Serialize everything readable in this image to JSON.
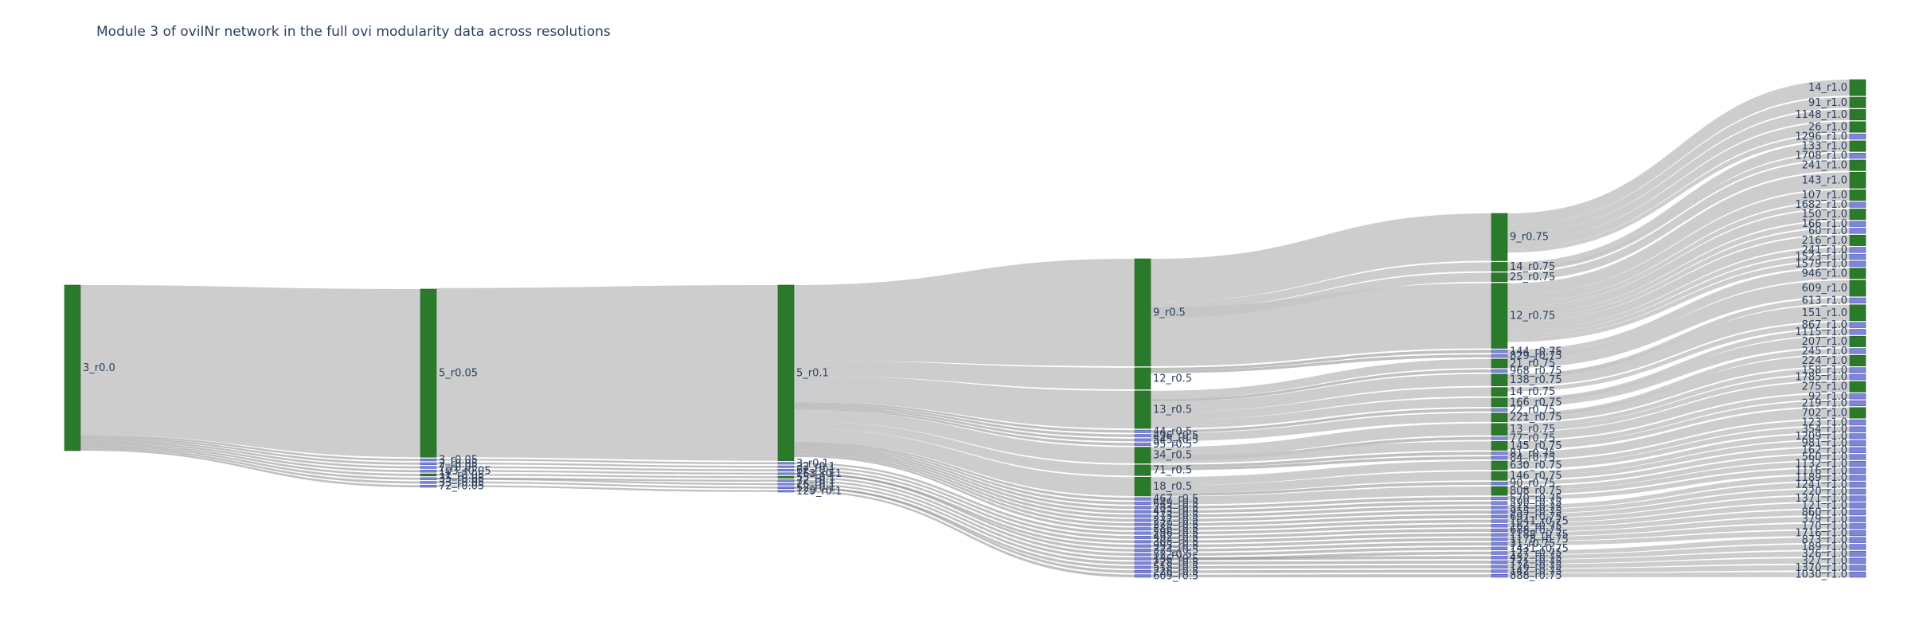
{
  "chart_data": {
    "type": "sankey",
    "title": "Module 3 of oviINr network in the full ovi modularity data across resolutions",
    "colors": {
      "major": "#2b7a2b",
      "minor": "#7f86d8",
      "link": "#c4c4c4",
      "thin_link": "#8c8c8c"
    },
    "columns": [
      {
        "resolution": "0.0",
        "labels": [
          "3_r0.0"
        ],
        "major": [
          1
        ],
        "weights": [
          100
        ]
      },
      {
        "resolution": "0.05",
        "labels": [
          "5_r0.05",
          "3_r0.05",
          "2_r0.05",
          "7_r0.05",
          "103_r0.05",
          "11_r0.05",
          "35_r0.05",
          "33_r0.05",
          "72_r0.05"
        ],
        "major": [
          1,
          0,
          0,
          0,
          0,
          1,
          0,
          0,
          0
        ],
        "weights": [
          93,
          1.2,
          1.2,
          1.2,
          1.2,
          1.2,
          1.2,
          1.2,
          1.2
        ]
      },
      {
        "resolution": "0.1",
        "labels": [
          "5_r0.1",
          "3_r0.1",
          "32_r0.1",
          "62_r0.1",
          "163_r0.1",
          "55_r0.1",
          "72_r0.1",
          "26_r0.1",
          "52_r0.1",
          "129_r0.1"
        ],
        "major": [
          1,
          0,
          0,
          0,
          0,
          1,
          0,
          0,
          0,
          0
        ],
        "weights": [
          93,
          1,
          1,
          1,
          1,
          1,
          1,
          1,
          1,
          1
        ]
      },
      {
        "resolution": "0.5",
        "labels": [
          "9_r0.5",
          "12_r0.5",
          "13_r0.5",
          "44_r0.5",
          "496_r0.5",
          "545_r0.5",
          "95_r0.5",
          "34_r0.5",
          "71_r0.5",
          "18_r0.5",
          "467_r0.5",
          "649_r0.5",
          "283_r0.5",
          "473_r0.5",
          "273_r0.5",
          "237_r0.5",
          "279_r0.5",
          "286_r0.5",
          "296_r0.5",
          "492_r0.5",
          "303_r0.5",
          "995_r0.5",
          "324_r0.5",
          "52_r0.5",
          "136_r0.5",
          "228_r0.5",
          "518_r0.5",
          "226_r0.5",
          "609_r0.5"
        ],
        "major": [
          1,
          1,
          1,
          0,
          0,
          0,
          0,
          1,
          1,
          1,
          0,
          0,
          0,
          0,
          0,
          0,
          0,
          0,
          0,
          0,
          0,
          0,
          0,
          0,
          0,
          0,
          0,
          0,
          0
        ],
        "weights": [
          40,
          8,
          14,
          1,
          1,
          1,
          1,
          6,
          4,
          7,
          1,
          1,
          1,
          1,
          1,
          1,
          1,
          1,
          1,
          1,
          1,
          1,
          1,
          1,
          1,
          1,
          1,
          1,
          1
        ]
      },
      {
        "resolution": "0.75",
        "labels": [
          "9_r0.75",
          "14_r0.75",
          "25_r0.75",
          "12_r0.75",
          "144_r0.75",
          "829_r0.75",
          "21_r0.75",
          "968_r0.75",
          "138_r0.75",
          "14_r0.75",
          "166_r0.75",
          "22_r0.75",
          "221_r0.75",
          "13_r0.75",
          "77_r0.75",
          "145_r0.75",
          "81_r0.75",
          "84_r0.75",
          "630_r0.75",
          "146_r0.75",
          "90_r0.75",
          "808_r0.75",
          "570_r0.75",
          "590_r0.75",
          "515_r0.75",
          "955_r0.75",
          "697_r0.75",
          "1041_r0.75",
          "162_r0.75",
          "688_r0.75",
          "1188_r0.75",
          "1178_r0.75",
          "31_r0.75",
          "1431_r0.75",
          "127_r0.75",
          "432_r0.75",
          "171_r0.75",
          "126_r0.75",
          "142_r0.75",
          "888_r0.75"
        ],
        "major": [
          1,
          1,
          1,
          1,
          0,
          0,
          1,
          0,
          1,
          1,
          1,
          0,
          1,
          1,
          0,
          1,
          0,
          0,
          1,
          1,
          0,
          1,
          0,
          0,
          0,
          0,
          0,
          0,
          0,
          0,
          0,
          0,
          0,
          0,
          0,
          0,
          0,
          0,
          0,
          0
        ],
        "weights": [
          16,
          3,
          3,
          22,
          1,
          1,
          3,
          1,
          4,
          3,
          3,
          1,
          3,
          4,
          1,
          3,
          1,
          1,
          3,
          3,
          1,
          3,
          1,
          1,
          1,
          1,
          1,
          1,
          1,
          1,
          1,
          1,
          1,
          1,
          1,
          1,
          1,
          1,
          1,
          1
        ]
      },
      {
        "resolution": "1.0",
        "labels": [
          "14_r1.0",
          "91_r1.0",
          "1148_r1.0",
          "26_r1.0",
          "1296_r1.0",
          "133_r1.0",
          "1708_r1.0",
          "241_r1.0",
          "143_r1.0",
          "107_r1.0",
          "1682_r1.0",
          "150_r1.0",
          "166_r1.0",
          "60_r1.0",
          "216_r1.0",
          "241_r1.0",
          "1523_r1.0",
          "1579_r1.0",
          "946_r1.0",
          "609_r1.0",
          "613_r1.0",
          "151_r1.0",
          "867_r1.0",
          "1115_r1.0",
          "207_r1.0",
          "245_r1.0",
          "224_r1.0",
          "158_r1.0",
          "1785_r1.0",
          "275_r1.0",
          "92_r1.0",
          "219_r1.0",
          "702_r1.0",
          "123_r1.0",
          "354_r1.0",
          "1209_r1.0",
          "981_r1.0",
          "162_r1.0",
          "560_r1.0",
          "1132_r1.0",
          "1116_r1.0",
          "1189_r1.0",
          "1241_r1.0",
          "220_r1.0",
          "1371_r1.0",
          "121_r1.0",
          "860_r1.0",
          "379_r1.0",
          "170_r1.0",
          "1716_r1.0",
          "873_r1.0",
          "189_r1.0",
          "326_r1.0",
          "327_r1.0",
          "1370_r1.0",
          "1030_r1.0"
        ],
        "major": [
          1,
          1,
          1,
          1,
          0,
          1,
          0,
          1,
          1,
          1,
          0,
          1,
          0,
          0,
          1,
          0,
          0,
          0,
          1,
          1,
          0,
          1,
          0,
          0,
          1,
          0,
          1,
          0,
          0,
          1,
          0,
          0,
          1,
          0,
          0,
          0,
          0,
          0,
          0,
          0,
          0,
          0,
          0,
          0,
          0,
          0,
          0,
          0,
          0,
          0,
          0,
          0,
          0,
          0,
          0,
          0
        ],
        "weights": [
          3,
          2,
          2,
          2,
          1,
          2,
          1,
          2,
          3,
          2,
          1,
          2,
          1,
          1,
          2,
          1,
          1,
          1,
          2,
          3,
          1,
          3,
          1,
          1,
          2,
          1,
          2,
          1,
          1,
          2,
          1,
          1,
          2,
          1,
          1,
          1,
          1,
          1,
          1,
          1,
          1,
          1,
          1,
          1,
          1,
          1,
          1,
          1,
          1,
          1,
          1,
          1,
          1,
          1,
          1,
          1
        ]
      }
    ]
  }
}
